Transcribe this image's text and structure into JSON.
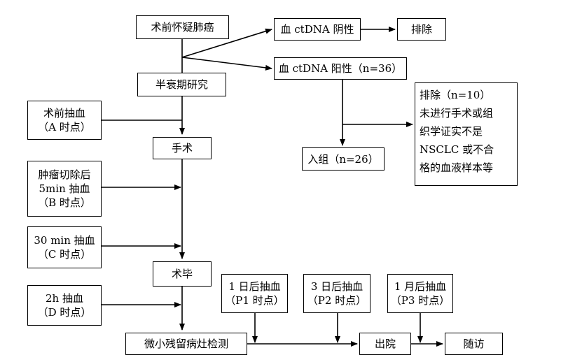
{
  "nodes": {
    "suspect": [
      "术前怀疑肺癌"
    ],
    "half_life": [
      "半衰期研究"
    ],
    "neg": [
      "血 ctDNA 阴性"
    ],
    "exclude1": [
      "排除"
    ],
    "pos": [
      "血 ctDNA 阳性（n=36）"
    ],
    "exclude2": [
      "排除（n=10）",
      "未进行手术或组",
      "织学证实不是",
      "NSCLC 或不合",
      "格的血液样本等"
    ],
    "enroll": [
      "入组（n=26）"
    ],
    "pre_draw": [
      "术前抽血",
      "（A 时点）"
    ],
    "surgery": [
      "手术"
    ],
    "post5": [
      "肿瘤切除后",
      "5min 抽血",
      "（B 时点）"
    ],
    "post30": [
      "30 min 抽血",
      "（C 时点）"
    ],
    "end_surgery": [
      "术毕"
    ],
    "post2h": [
      "2h 抽血",
      "（D 时点）"
    ],
    "day1": [
      "1 日后抽血",
      "（P1 时点）"
    ],
    "day3": [
      "3 日后抽血",
      "（P2 时点）"
    ],
    "month1": [
      "1 月后抽血",
      "（P3 时点）"
    ],
    "mrd": [
      "微小残留病灶检测"
    ],
    "discharge": [
      "出院"
    ],
    "followup": [
      "随访"
    ]
  }
}
